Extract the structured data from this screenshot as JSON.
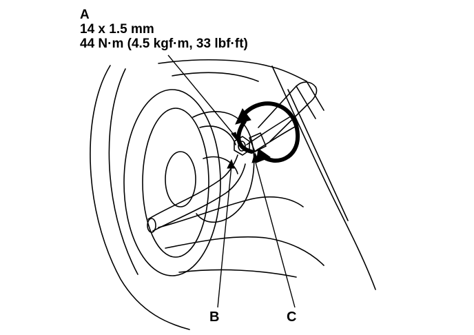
{
  "labels": {
    "a": "A",
    "a_size": "14 x 1.5 mm",
    "a_torque": "44 N·m (4.5 kgf·m, 33 lbf·ft)",
    "b": "B",
    "c": "C"
  },
  "colors": {
    "ink": "#000000",
    "paper": "#ffffff"
  }
}
